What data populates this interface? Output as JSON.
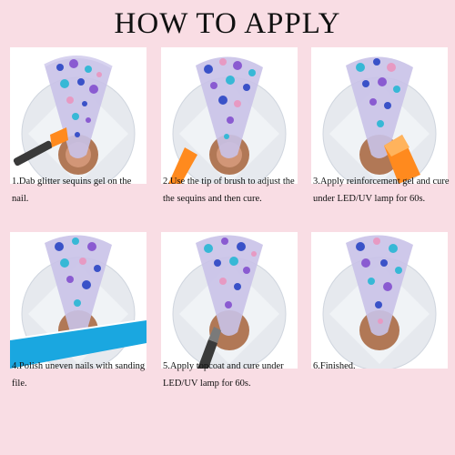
{
  "title": "HOW TO APPLY",
  "steps": [
    {
      "label": "1.Dab glitter sequins gel on the nail."
    },
    {
      "label": "2.Use the tip of brush to adjust the the sequins and then cure."
    },
    {
      "label": "3.Apply reinforcement gel and cure under LED/UV lamp for 60s."
    },
    {
      "label": "4.Polish uneven nails with sanding file."
    },
    {
      "label": "5.Apply topcoat and cure under LED/UV lamp for 60s."
    },
    {
      "label": "6.Finished."
    }
  ],
  "colors": {
    "background": "#f9dde4",
    "glitter_blue": "#3a52c8",
    "glitter_cyan": "#37b8d6",
    "glitter_purple": "#8a5bd1",
    "glitter_pink": "#e79ac3",
    "brush_orange": "#ff8a1e",
    "sanding_file": "#1aa7e0"
  },
  "icons": [
    "nail-tip-icon",
    "nail-stand-icon",
    "brush-icon",
    "sanding-file-icon"
  ]
}
